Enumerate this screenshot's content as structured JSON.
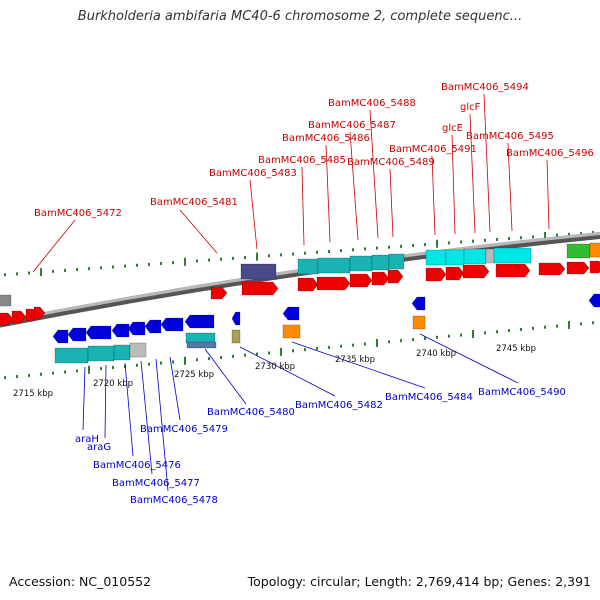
{
  "title": "Burkholderia ambifaria MC40-6 chromosome 2, complete sequenc...",
  "footer": {
    "accession": "Accession: NC_010552",
    "summary": "Topology: circular; Length: 2,769,414 bp; Genes: 2,391"
  },
  "colors": {
    "forward_label": "#cc0000",
    "reverse_label": "#0000cc",
    "backbone": "#888888",
    "tick": "#2e7d32",
    "cds_forward": "#ee0000",
    "cds_reverse": "#0000dd",
    "feature_cyan": "#1ab3b3",
    "feature_bright_cyan": "#00e5e5",
    "feature_gray": "#bbbbbb",
    "feature_navy": "#4a4a8a",
    "feature_orange": "#ff8c00",
    "feature_green": "#33bb33",
    "feature_olive": "#aaa055"
  },
  "scale_labels": [
    "2715 kbp",
    "2720 kbp",
    "2725 kbp",
    "2730 kbp",
    "2735 kbp",
    "2740 kbp",
    "2745 kbp"
  ],
  "forward_labels": [
    "BamMC406_5472",
    "BamMC406_5481",
    "BamMC406_5483",
    "BamMC406_5485",
    "BamMC406_5486",
    "BamMC406_5487",
    "BamMC406_5488",
    "BamMC406_5489",
    "BamMC406_5491",
    "glcE",
    "glcF",
    "BamMC406_5494",
    "BamMC406_5495",
    "BamMC406_5496"
  ],
  "reverse_labels": [
    "araH",
    "araG",
    "BamMC406_5476",
    "BamMC406_5477",
    "BamMC406_5478",
    "BamMC406_5479",
    "BamMC406_5480",
    "BamMC406_5482",
    "BamMC406_5484",
    "BamMC406_5490"
  ]
}
